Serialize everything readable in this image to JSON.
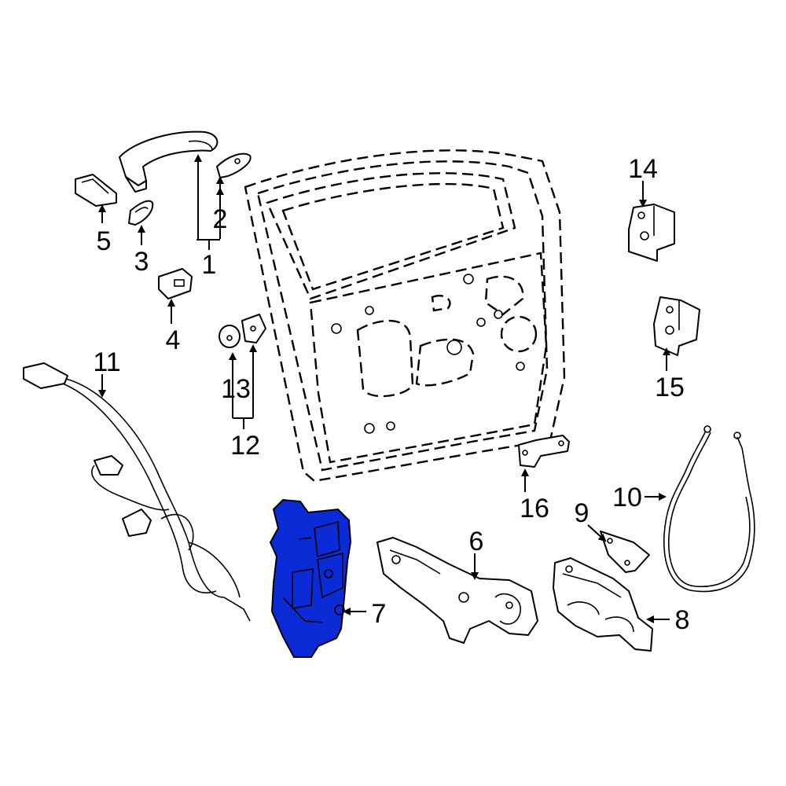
{
  "diagram": {
    "highlight_color": "#0a2bd6",
    "line_color": "#000000",
    "background": "#ffffff",
    "callouts": {
      "c1": "1",
      "c2": "2",
      "c3": "3",
      "c4": "4",
      "c5": "5",
      "c6": "6",
      "c7": "7",
      "c8": "8",
      "c9": "9",
      "c10": "10",
      "c11": "11",
      "c12": "12",
      "c13": "13",
      "c14": "14",
      "c15": "15",
      "c16": "16"
    }
  }
}
